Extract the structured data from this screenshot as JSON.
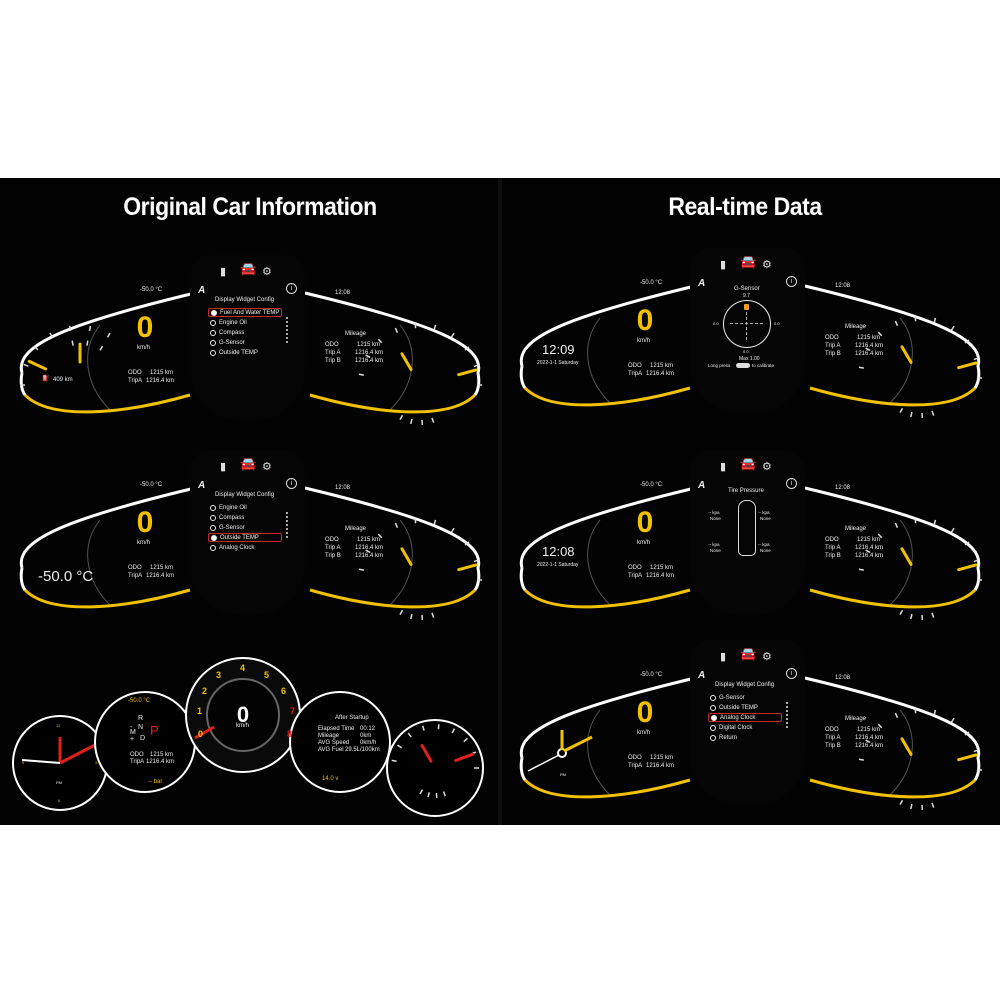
{
  "titles": {
    "left": "Original Car Information",
    "right": "Real-time Data"
  },
  "common": {
    "temp": "-50.0 °C",
    "speed": "0",
    "unit": "km/h",
    "odo_label": "ODO",
    "odo": "1215 km",
    "tripa_label": "TripA",
    "tripa": "1216.4 km",
    "mileage_title": "Mileage",
    "trip_a_label": "Trip A",
    "trip_b_label": "Trip B",
    "trip_b": "1216.4 km",
    "right_time": "12:08",
    "logo": "A"
  },
  "colors": {
    "accent": "#f2c200",
    "select": "#c8282c",
    "red": "#e0201c"
  },
  "clusters": [
    {
      "variant": "range",
      "range": "409 km",
      "center": {
        "type": "menu",
        "title": "Display Widget Config",
        "items": [
          "Fuel And Water TEMP",
          "Engine Oil",
          "Compass",
          "G-Sensor",
          "Outside TEMP"
        ],
        "selected": 0
      }
    },
    {
      "variant": "clock_date",
      "time": "12:09",
      "date": "2022-1-1  Saturday",
      "center": {
        "type": "gsensor",
        "title": "G-Sensor",
        "top": "9.7",
        "left": "0.0",
        "right": "0.0",
        "bottom": "0.0",
        "max": "Max 1.00",
        "hint_pre": "Long press",
        "hint_post": "to calibrate"
      }
    },
    {
      "variant": "bigtemp",
      "big_temp": "-50.0 °C",
      "center": {
        "type": "menu",
        "title": "Display Widget Config",
        "items": [
          "Engine Oil",
          "Compass",
          "G-Sensor",
          "Outside TEMP",
          "Analog Clock"
        ],
        "selected": 3
      }
    },
    {
      "variant": "clock_date",
      "time": "12:08",
      "date": "2022-1-1  Saturday",
      "center": {
        "type": "tire",
        "title": "Tire Pressure",
        "kpa": "-- kpa",
        "status": "None"
      }
    },
    {
      "variant": "sport"
    },
    {
      "variant": "analog",
      "pm": "PM",
      "center": {
        "type": "menu",
        "title": "Display Widget Config",
        "items": [
          "G-Sensor",
          "Outside TEMP",
          "Analog Clock",
          "Digital Clock",
          "Return"
        ],
        "selected": 2
      }
    }
  ],
  "sport": {
    "gears": [
      "R",
      "N",
      "P",
      "D",
      "M",
      "+",
      "-"
    ],
    "tach": [
      "0",
      "1",
      "2",
      "3",
      "4",
      "5",
      "6",
      "7",
      "8"
    ],
    "unit_label": "km/h",
    "after_title": "After Startup",
    "rows": [
      [
        "Elapsed Time",
        "00:12"
      ],
      [
        "Mileage",
        "0km"
      ],
      [
        "AVG Speed",
        "0km/h"
      ],
      [
        "AVG Fuel",
        "29.5L/100km"
      ]
    ],
    "voltage": "14.0 v",
    "oil_pressure": "-- bar",
    "clock_pm": "PM",
    "clock_12": "12",
    "clock_3": "3",
    "clock_6": "6",
    "clock_9": "9"
  }
}
